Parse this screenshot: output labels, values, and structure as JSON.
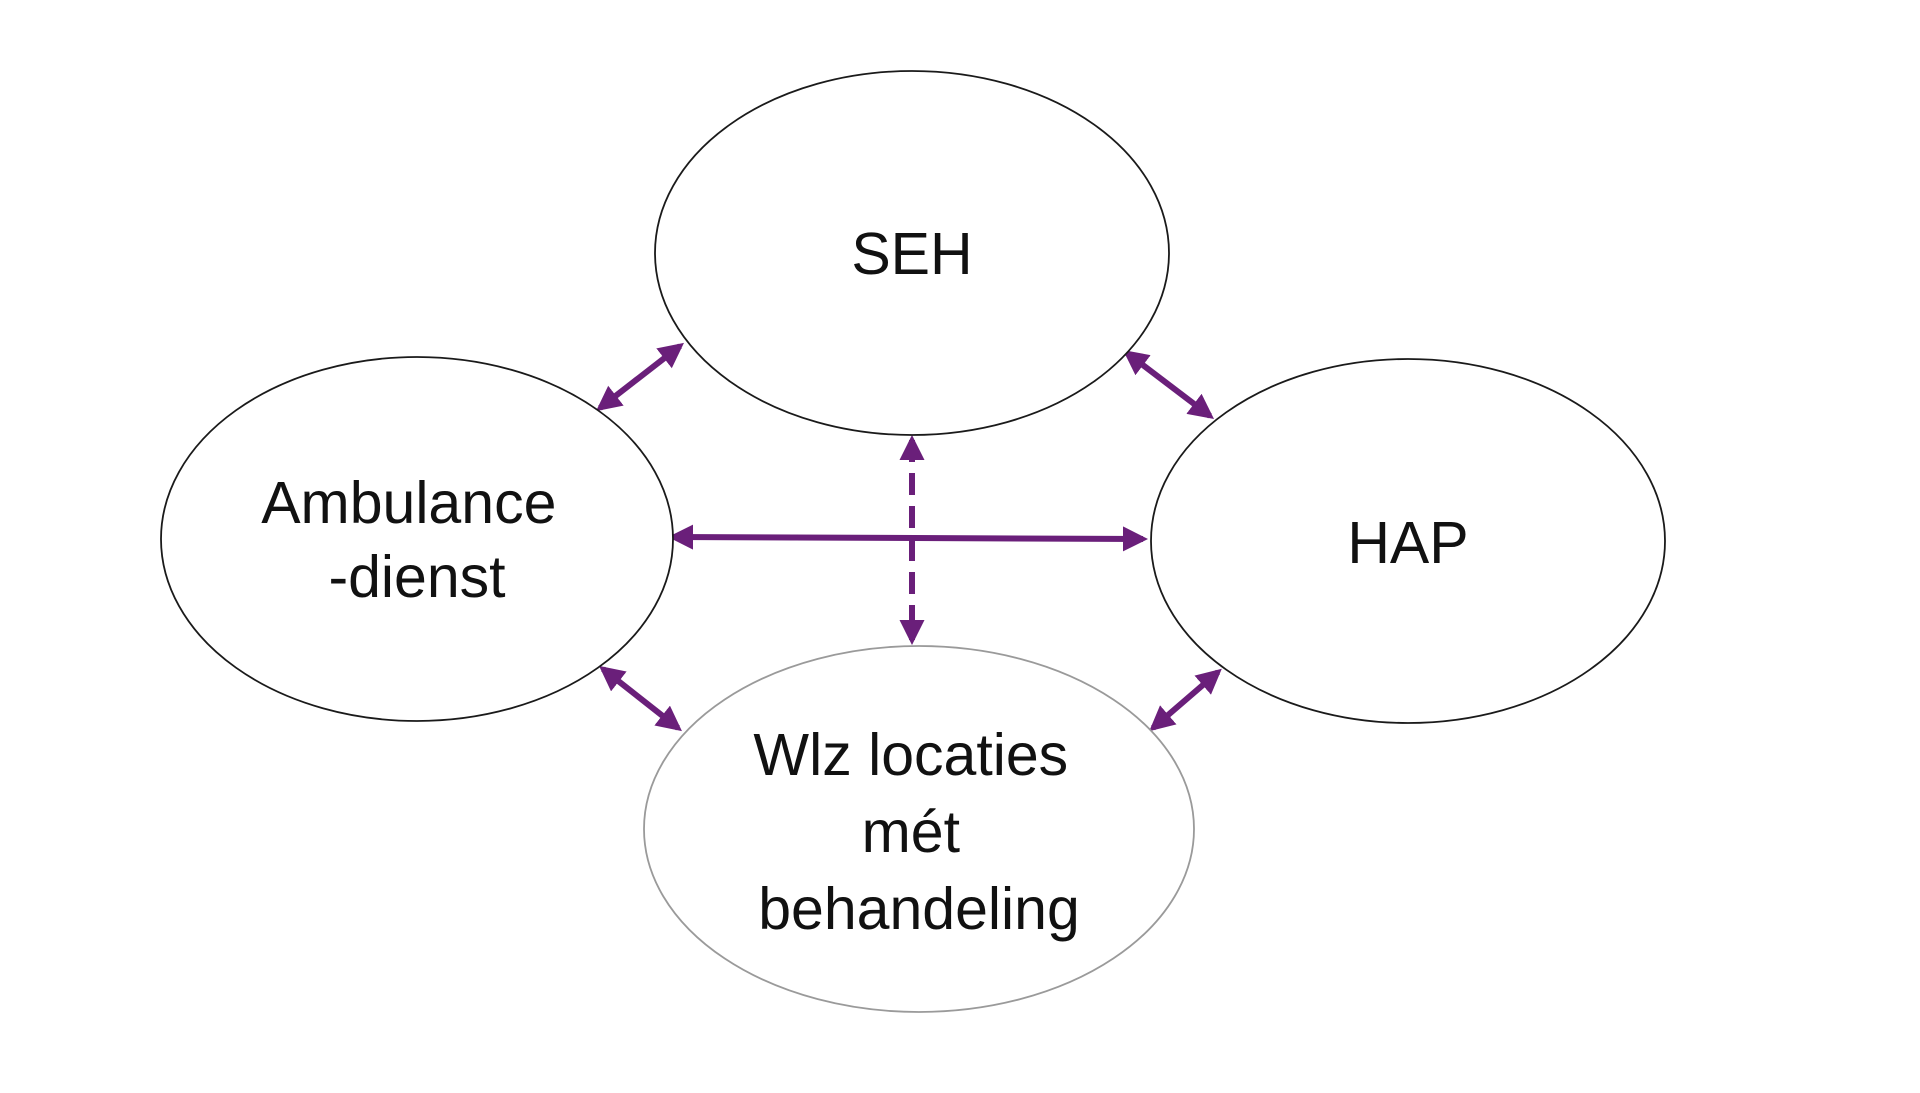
{
  "diagram": {
    "nodes": [
      {
        "id": "seh",
        "lines": [
          "SEH"
        ]
      },
      {
        "id": "ambulance",
        "lines": [
          "Ambulance",
          "-dienst"
        ]
      },
      {
        "id": "hap",
        "lines": [
          "HAP"
        ]
      },
      {
        "id": "wlz",
        "lines": [
          "Wlz locaties",
          "mét",
          "behandeling"
        ]
      }
    ],
    "edges": [
      {
        "from": "ambulance",
        "to": "seh",
        "style": "solid",
        "direction": "both"
      },
      {
        "from": "seh",
        "to": "hap",
        "style": "solid",
        "direction": "both"
      },
      {
        "from": "ambulance",
        "to": "hap",
        "style": "solid",
        "direction": "both"
      },
      {
        "from": "seh",
        "to": "wlz",
        "style": "dashed",
        "direction": "both"
      },
      {
        "from": "ambulance",
        "to": "wlz",
        "style": "solid",
        "direction": "both"
      },
      {
        "from": "hap",
        "to": "wlz",
        "style": "solid",
        "direction": "both"
      }
    ],
    "colors": {
      "arrow": "#6a1f7a",
      "node_border": "#1a1a1a",
      "node_border_light": "#9a9a9a",
      "text": "#111111",
      "background": "#ffffff"
    }
  }
}
